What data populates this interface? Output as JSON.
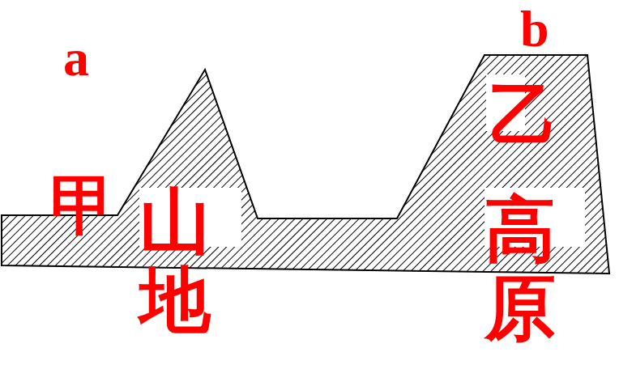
{
  "diagram": {
    "labels": [
      "a",
      "b",
      "甲",
      "山地",
      "乙",
      "高原"
    ]
  }
}
